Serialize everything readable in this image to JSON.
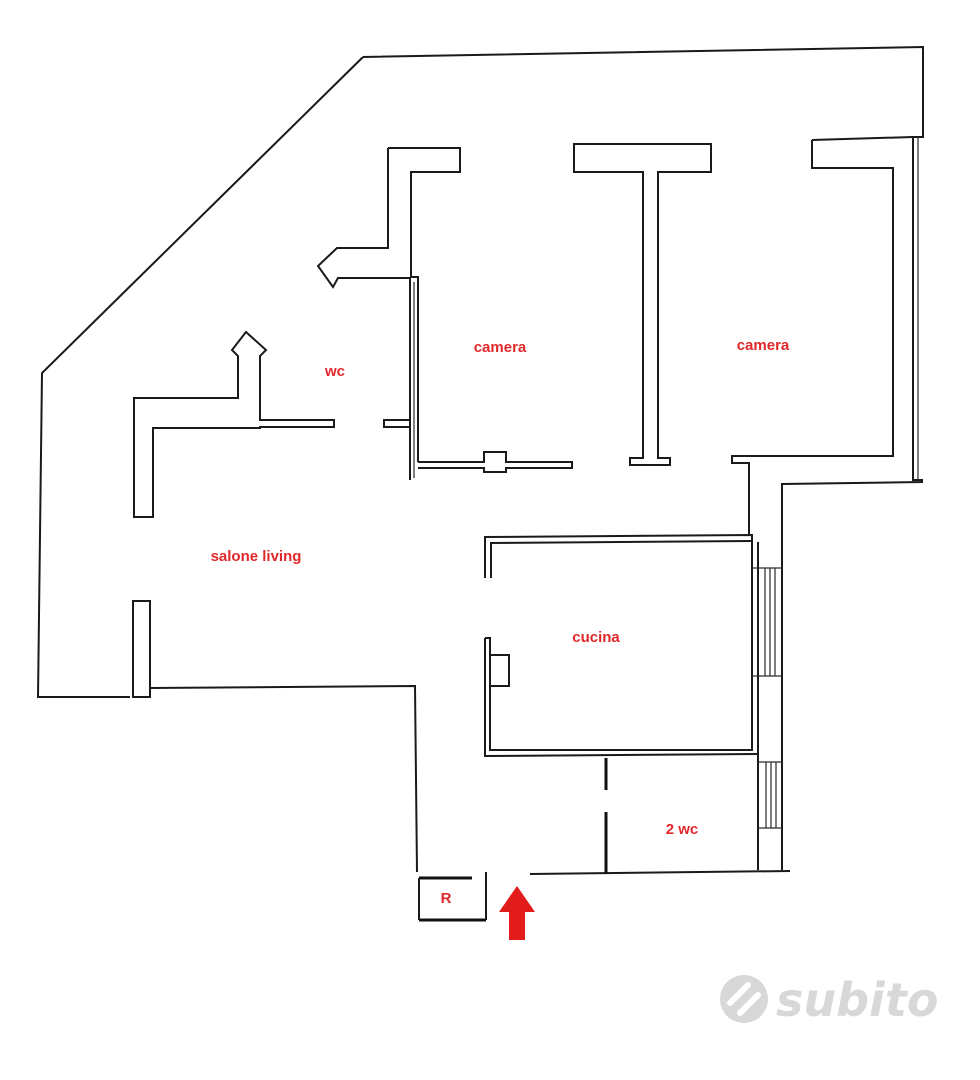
{
  "rooms": {
    "wc": "wc",
    "camera_1": "camera",
    "camera_2": "camera",
    "salone": "salone living",
    "cucina": "cucina",
    "wc2": "2 wc",
    "r": "R"
  },
  "watermark": {
    "text": "subito",
    "icon": "subito-logo-icon"
  },
  "colors": {
    "label": "#e0282a",
    "wall": "#1a1a1a",
    "arrow": "#e21b1b",
    "watermark": "#d8d8d8"
  },
  "entrance": {
    "icon": "entrance-arrow-icon"
  }
}
